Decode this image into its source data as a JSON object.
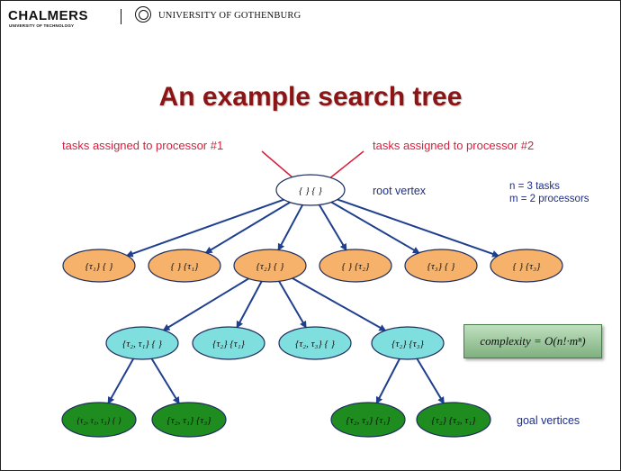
{
  "header": {
    "chalmers": "CHALMERS",
    "chalmers_sub": "UNIVERSITY OF TECHNOLOGY",
    "gothenburg": "UNIVERSITY OF GOTHENBURG"
  },
  "title": "An example search tree",
  "callouts": {
    "processor1": "tasks assigned to processor #1",
    "processor2": "tasks assigned to processor #2"
  },
  "labels": {
    "root": "root vertex",
    "goal": "goal vertices"
  },
  "params": {
    "n": "n = 3 tasks",
    "m": "m = 2 processors"
  },
  "complexity": "complexity = O(n!·mⁿ)",
  "colors": {
    "title": "#8b1414",
    "callout": "#d61f3c",
    "edge": "#1f3f8f",
    "root_fill": "#ffffff",
    "level1_fill": "#f6b26b",
    "level2_fill": "#7fdede",
    "level3_fill": "#1e8c1e"
  },
  "tree": {
    "root": "{ } { }",
    "level1": [
      "{τ₁} { }",
      "{ } {τ₁}",
      "{τ₂} { }",
      "{ } {τ₂}",
      "{τ₃} { }",
      "{ } {τ₃}"
    ],
    "level2": [
      "{τ₂, τ₁} { }",
      "{τ₂} {τ₁}",
      "{τ₂, τ₃} { }",
      "{τ₂} {τ₃}"
    ],
    "level3": [
      "{τ₂, τ₁, τ₃} { }",
      "{τ₂, τ₁} {τ₃}",
      "{τ₂, τ₃} {τ₁}",
      "{τ₂} {τ₃, τ₁}"
    ]
  }
}
